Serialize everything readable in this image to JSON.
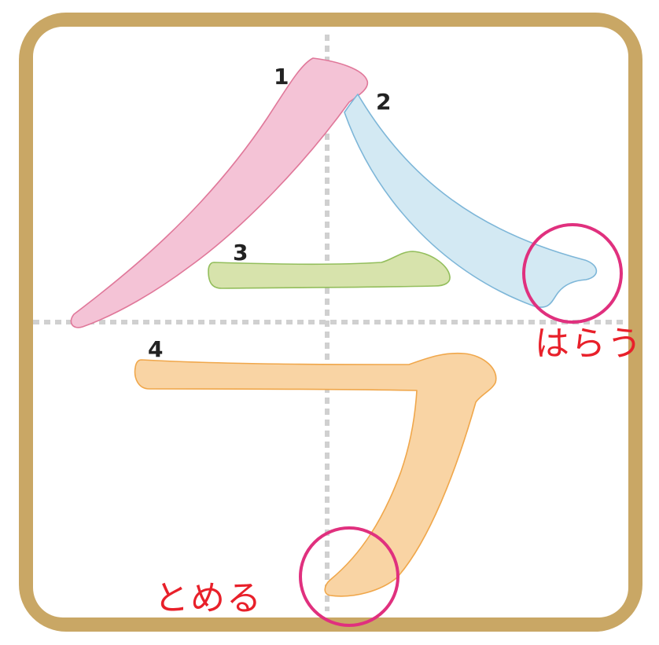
{
  "character": "今",
  "colors": {
    "frame": "#c9a765",
    "background": "#ffffff",
    "guide": "#d0d0d0",
    "highlight_circle": "#e0307e",
    "note_text": "#e8202a"
  },
  "strokes": [
    {
      "number": "1",
      "fill": "#f4c3d6",
      "outline": "#e0789a"
    },
    {
      "number": "2",
      "fill": "#d3e9f3",
      "outline": "#7db6d8"
    },
    {
      "number": "3",
      "fill": "#d7e3ac",
      "outline": "#93be5c"
    },
    {
      "number": "4",
      "fill": "#f9d4a4",
      "outline": "#f0a74b"
    }
  ],
  "notes": {
    "harau": "はらう",
    "tomeru": "とめる"
  }
}
